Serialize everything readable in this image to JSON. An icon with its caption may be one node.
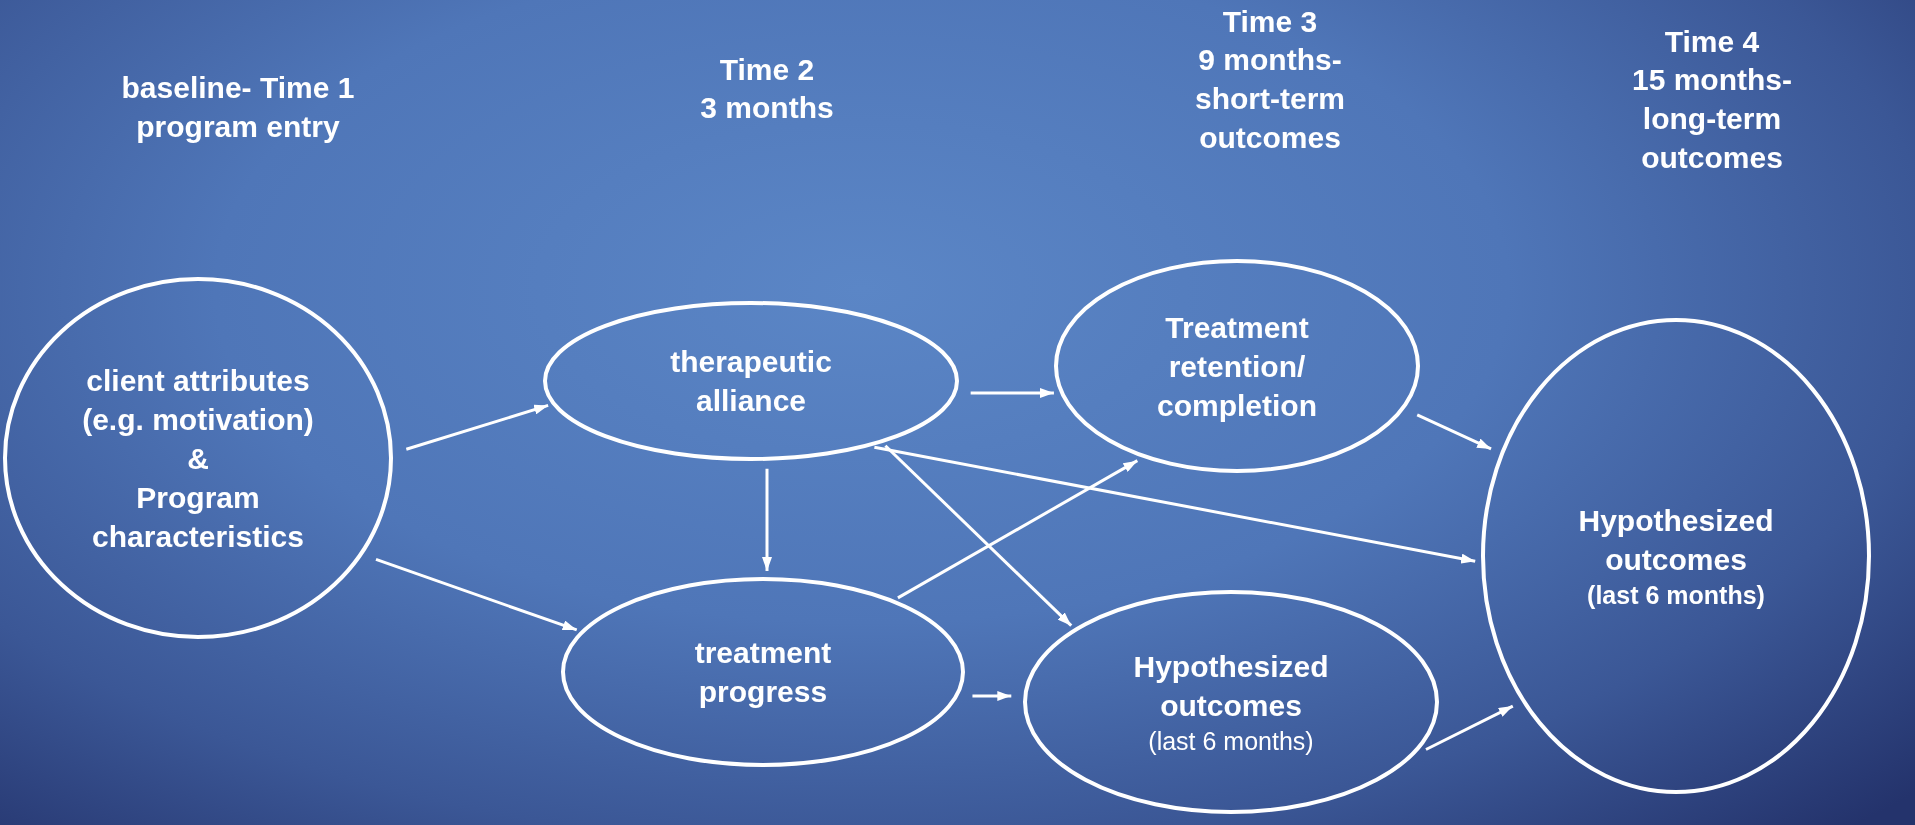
{
  "diagram": {
    "nodes": [
      {
        "text": [
          "client attributes (e.g. motivation)",
          "&",
          "Program characteristics"
        ]
      },
      {
        "text": [
          "therapeutic alliance"
        ]
      },
      {
        "text": [
          "treatment progress"
        ]
      },
      {
        "text": [
          "Treatment retention/ completion"
        ]
      },
      {
        "text": [
          "Hypothesized outcomes",
          "(last 6 months)"
        ]
      },
      {
        "text": [
          "Hypothesized outcomes",
          "(last 6 months)"
        ]
      }
    ],
    "edges": [
      {
        "from": 0,
        "to": 1,
        "arrow": "to"
      },
      {
        "from": 0,
        "to": 2,
        "arrow": "to"
      },
      {
        "from": 1,
        "to": 3,
        "arrow": "to"
      },
      {
        "from": 1,
        "to": 2,
        "arrow": "to"
      },
      {
        "from": 1,
        "to": 4,
        "arrow": "to"
      },
      {
        "from": 1,
        "to": 5,
        "arrow": "to"
      },
      {
        "from": 2,
        "to": 3,
        "arrow": "to"
      },
      {
        "from": 2,
        "to": 4,
        "arrow": "to"
      },
      {
        "from": 3,
        "to": 5,
        "arrow": "to"
      },
      {
        "from": 4,
        "to": 5,
        "arrow": "to"
      }
    ],
    "labels": [
      "baseline- Time 1 program entry",
      "Time 2",
      "3 months",
      "Time 3",
      "9 months- short-term outcomes",
      "Time 4",
      "15 months- long-term outcomes"
    ]
  }
}
